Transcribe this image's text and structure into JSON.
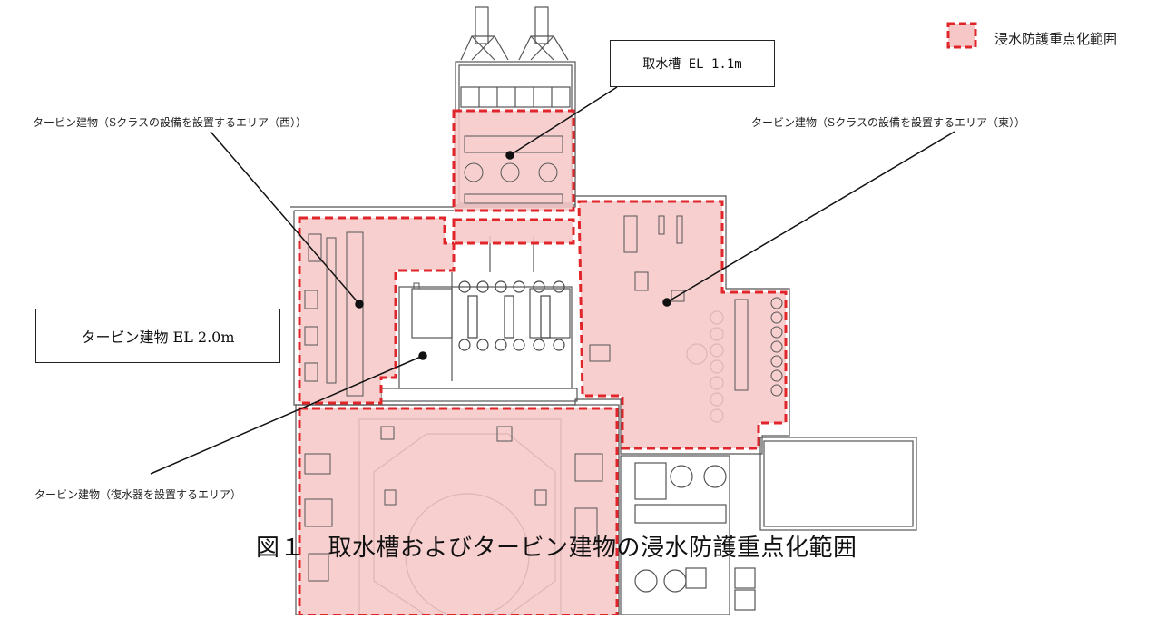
{
  "legend": {
    "label": "浸水防護重点化範囲",
    "swatch_fill": "#f7c7c7",
    "swatch_border": "#e0262a"
  },
  "callouts": {
    "intake": "取水槽 EL 1.1m",
    "turbine": "タービン建物 EL 2.0m",
    "west": "タービン建物（Sクラスの設備を設置するエリア（西））",
    "east": "タービン建物（Sクラスの設備を設置するエリア（東））",
    "condenser": "タービン建物（復水器を設置するエリア）"
  },
  "caption": "図１　取水槽およびタービン建物の浸水防護重点化範囲",
  "colors": {
    "zone_fill": "#f7c7c7",
    "zone_border": "#e0262a",
    "wall": "#555555",
    "leader": "#111111"
  }
}
